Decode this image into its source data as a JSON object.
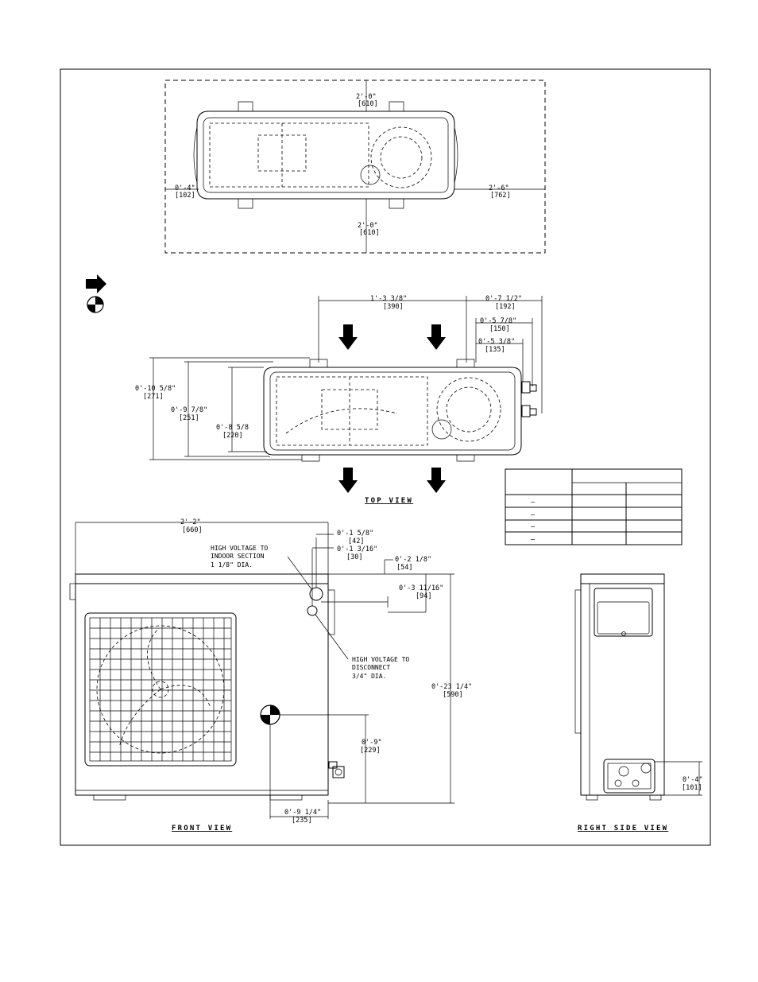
{
  "dimensions": {
    "top_clear": "2'-0\"",
    "top_clear_mm": "[610]",
    "left_clear": "0'-4\"",
    "left_clear_mm": "[102]",
    "right_clear": "2'-6\"",
    "right_clear_mm": "[762]",
    "bottom_clear": "2'-0\"",
    "bottom_clear_mm": "[610]",
    "arrow_span": "1'-3 3/8\"",
    "arrow_span_mm": "[390]",
    "valve_a": "0'-7 1/2\"",
    "valve_a_mm": "[192]",
    "valve_b": "0'-5 7/8\"",
    "valve_b_mm": "[150]",
    "valve_c": "0'-5 3/8\"",
    "valve_c_mm": "[135]",
    "depth_outer": "0'-10 5/8\"",
    "depth_outer_mm": "[271]",
    "depth_mid": "0'-9 7/8\"",
    "depth_mid_mm": "[251]",
    "depth_inner": "0'-8 5/8",
    "depth_inner_mm": "[220]",
    "width": "2'-2\"",
    "width_mm": "[660]",
    "hv_a": "0'-1 5/8\"",
    "hv_a_mm": "[42]",
    "hv_b": "0'-1 3/16\"",
    "hv_b_mm": "[30]",
    "top_offset": "0'-2 1/8\"",
    "top_offset_mm": "[54]",
    "hole_drop": "0'-3 11/16\"",
    "hole_drop_mm": "[94]",
    "height": "0'-23 1/4\"",
    "height_mm": "[590]",
    "cg_height": "0'-9\"",
    "cg_height_mm": "[229]",
    "cg_offset": "0'-9 1/4\"",
    "cg_offset_mm": "[235]",
    "side_valve": "0'-4\"",
    "side_valve_mm": "[101]"
  },
  "notes": {
    "hv_indoor_1": "HIGH VOLTAGE TO",
    "hv_indoor_2": "INDOOR SECTION",
    "hv_indoor_3": "1 1/8\" DIA.",
    "hv_disc_1": "HIGH VOLTAGE TO",
    "hv_disc_2": "DISCONNECT",
    "hv_disc_3": "3/4\" DIA."
  },
  "captions": {
    "top_view": "TOP VIEW",
    "front_view": "FRONT VIEW",
    "right_side_view": "RIGHT SIDE VIEW"
  },
  "table": {
    "rows": [
      {},
      {},
      {},
      {}
    ],
    "row_marks": [
      "—",
      "—",
      "—",
      "—"
    ]
  }
}
